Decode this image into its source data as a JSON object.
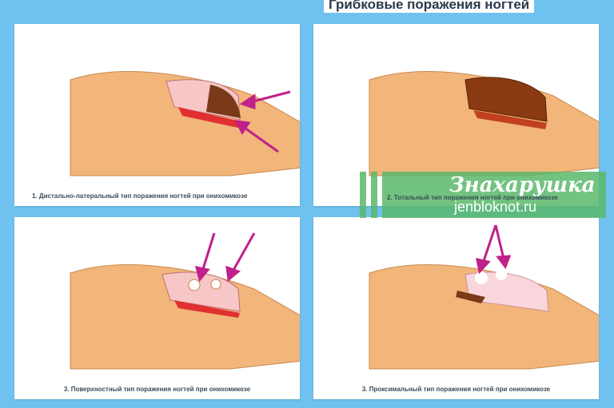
{
  "title": "Грибковые поражения ногтей",
  "panels": [
    {
      "caption": "1. Дистально-латеральный тип поражения ногтей при онихомикозе"
    },
    {
      "caption": "2. Тотальный тип поражения ногтей при онихомикозе"
    },
    {
      "caption": "3. Поверхностный тип поражения ногтей при онихомикозе"
    },
    {
      "caption": "3. Проксимальный тип поражения ногтей при онихомикозе"
    }
  ],
  "watermark": {
    "name": "Знахарушка",
    "site": "jenbloknot.ru"
  },
  "colors": {
    "background": "#6fc1ef",
    "skin": "#f2b57a",
    "arrow": "#c0208a",
    "outline": "#2d6fb8"
  }
}
